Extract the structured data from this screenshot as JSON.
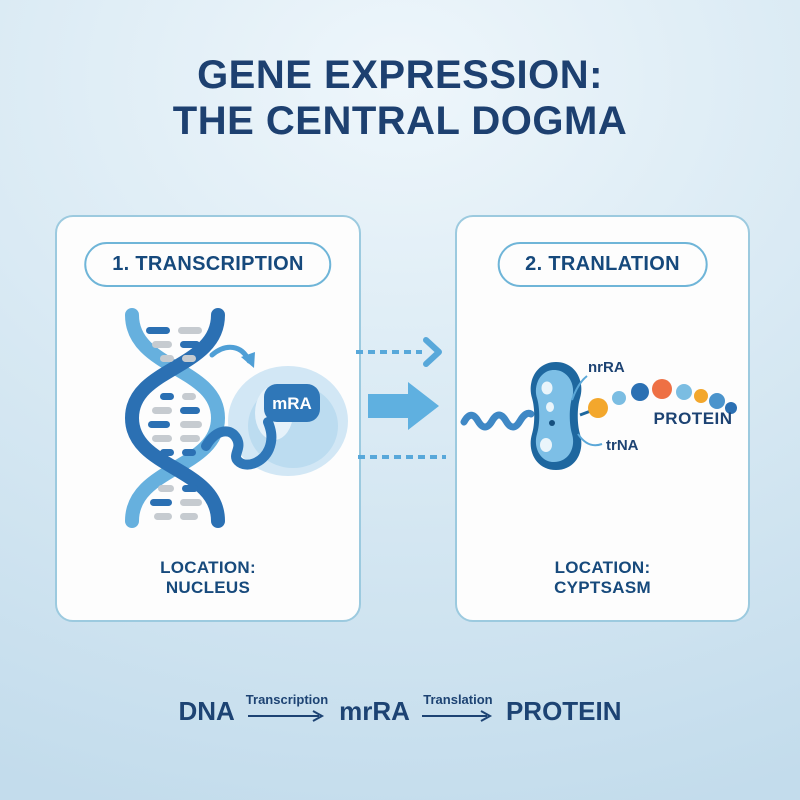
{
  "title": {
    "line1": "GENE EXPRESSION:",
    "line2": "THE CENTRAL DOGMA"
  },
  "panels": {
    "transcription": {
      "badge": "1. TRANSCRIPTION",
      "illustration": {
        "mrna_tag": "mRA"
      },
      "location_label": "LOCATION:",
      "location_value": "NUCLEUS"
    },
    "translation": {
      "badge": "2. TRANLATION",
      "illustration": {
        "mrna_label": "nrRA",
        "trna_label": "trNA",
        "protein_label": "PROTEIN"
      },
      "location_label": "LOCATION:",
      "location_value": "CYPTSASM"
    }
  },
  "flow": {
    "start": "DNA",
    "step1_label": "Transcription",
    "middle": "mrRA",
    "step2_label": "Translation",
    "end": "PROTEIN"
  },
  "colors": {
    "navy_text": "#1d4373",
    "dark_blue": "#2b70b3",
    "light_blue": "#66b0de",
    "arrow_blue": "#5fb0e0",
    "dashed_blue": "#58a8da",
    "panel_border": "#9ccadf",
    "pill_border": "#6fb5d8",
    "rung_gray": "#c6cbd0",
    "bead_yellow": "#f3a72c",
    "bead_orange": "#ee7044",
    "ribosome_dark": "#1e679f",
    "ribosome_light": "#7dbfe6",
    "background_light": "#eef6fb",
    "background_edge": "#c3dcec"
  }
}
